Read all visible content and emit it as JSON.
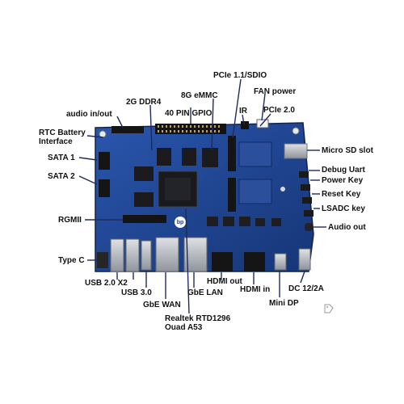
{
  "labels": {
    "pcie_sdio": "PCIe 1.1/SDIO",
    "fan_power": "FAN power",
    "emmc": "8G eMMC",
    "ddr": "2G DDR4",
    "gpio": "40 PIN GPIO",
    "ir": "IR",
    "pcie2": "PCIe 2.0",
    "audio_io": "audio in/out",
    "rtc_line1": "RTC Battery",
    "rtc_line2": "Interface",
    "sata1": "SATA 1",
    "sata2": "SATA 2",
    "rgmii": "RGMII",
    "type_c": "Type C",
    "usb2": "USB 2.0 X2",
    "usb3": "USB 3.0",
    "gbe_wan": "GbE WAN",
    "gbe_lan": "GbE LAN",
    "soc_line1": "Realtek RTD1296",
    "soc_line2": "Ouad A53",
    "hdmi_out": "HDMI out",
    "hdmi_in": "HDMI in",
    "mini_dp": "Mini DP",
    "dc": "DC 12/2A",
    "microsd": "Micro SD slot",
    "debug_uart": "Debug Uart",
    "power_key": "Power Key",
    "reset_key": "Reset Key",
    "lsadc_key": "LSADC key",
    "audio_out": "Audio out",
    "board_logo": "bp"
  },
  "colors": {
    "board": "#1d3f8a",
    "board_dark": "#132c66",
    "chip": "#1b1b1f",
    "metal": "#b9bcc2",
    "gold": "#c9a13a",
    "pointer": "#1f2a5c"
  },
  "icons": {
    "watermark": "tag-icon"
  }
}
